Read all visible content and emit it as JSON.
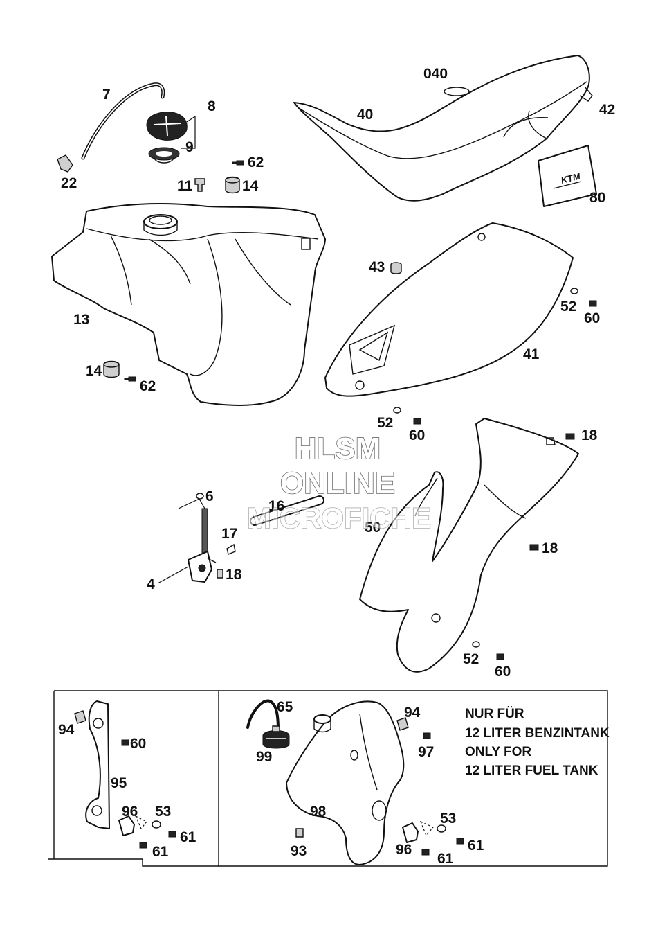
{
  "watermark": {
    "line1": "HLSM",
    "line2": "ONLINE",
    "line3": "MICROFICHE"
  },
  "parts": {
    "p7": "7",
    "p8": "8",
    "p9": "9",
    "p22": "22",
    "p62_top": "62",
    "p11": "11",
    "p14_top": "14",
    "p040": "040",
    "p40": "40",
    "p42": "42",
    "p80": "80",
    "p13": "13",
    "p43": "43",
    "p52_r": "52",
    "p60_r": "60",
    "p41": "41",
    "p14_bot": "14",
    "p62_bot": "62",
    "p52_m": "52",
    "p60_m": "60",
    "p18_a": "18",
    "p6": "6",
    "p16": "16",
    "p50": "50",
    "p17": "17",
    "p18_b": "18",
    "p4": "4",
    "p18_c": "18",
    "p52_b": "52",
    "p60_b": "60",
    "p94_l": "94",
    "p60_l": "60",
    "p95": "95",
    "p96_l": "96",
    "p53_l": "53",
    "p61_l1": "61",
    "p61_l2": "61",
    "p65": "65",
    "p99": "99",
    "p94_r": "94",
    "p97": "97",
    "p98": "98",
    "p93": "93",
    "p53_r": "53",
    "p96_r": "96",
    "p61_r1": "61",
    "p61_r2": "61"
  },
  "note": {
    "line1": "NUR FÜR",
    "line2": "12 LITER BENZINTANK",
    "line3": "ONLY FOR",
    "line4": "12 LITER FUEL TANK"
  },
  "decal": {
    "logo": "KTM"
  }
}
